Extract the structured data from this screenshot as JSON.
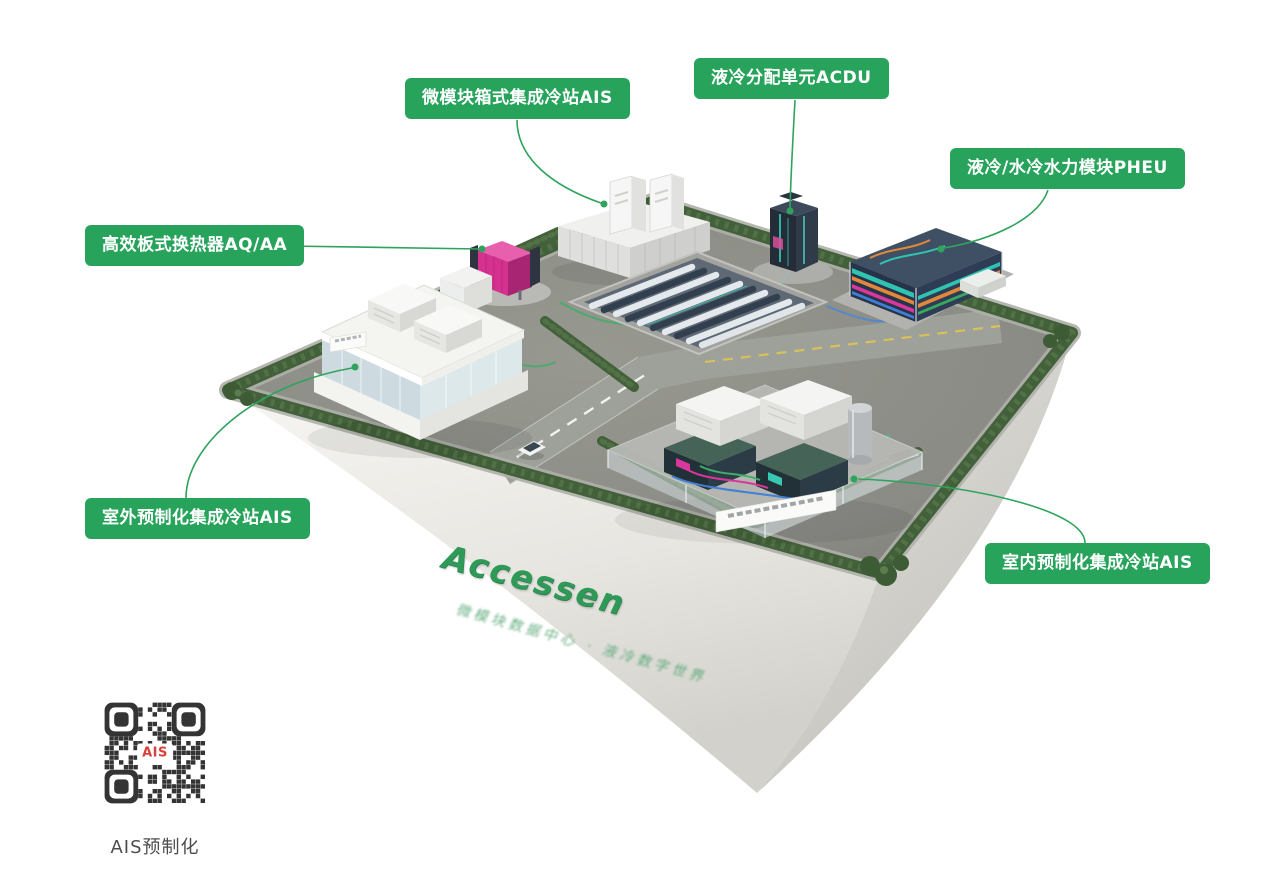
{
  "colors": {
    "accent_green": "#27a35c",
    "leader_green": "#2fa35c",
    "hedge_green": "#42603a",
    "platform_gray": "#8a8b85",
    "pedestal_light": "#e9e8e3",
    "qr_overlay_red": "#d8403c"
  },
  "callouts": [
    {
      "id": "micro-module-station",
      "text": "微模块箱式集成冷站AIS"
    },
    {
      "id": "acdu-unit",
      "text": "液冷分配单元ACDU"
    },
    {
      "id": "pheu-module",
      "text": "液冷/水冷水力模块PHEU"
    },
    {
      "id": "plate-heat-exchanger",
      "text": "高效板式换热器AQ/AA"
    },
    {
      "id": "outdoor-ais-station",
      "text": "室外预制化集成冷站AIS"
    },
    {
      "id": "indoor-ais-station",
      "text": "室内预制化集成冷站AIS"
    }
  ],
  "platform": {
    "brand": "Accessen",
    "tagline": "微模块数据中心 · 液冷数字世界"
  },
  "qr": {
    "overlay_text": "AIS",
    "caption": "AIS预制化"
  }
}
